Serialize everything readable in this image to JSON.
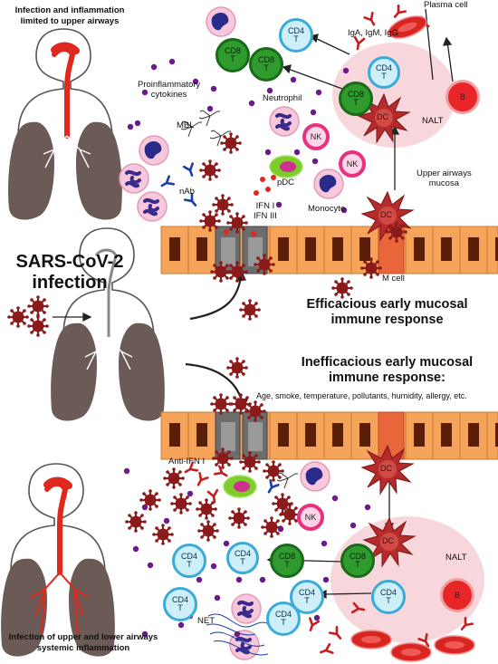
{
  "labels": {
    "top_title": "Infection and inflammation\nlimited to upper airways",
    "plasma_cell": "Plasma cell",
    "antibodies": "IgA, IgM, IgG",
    "proinflammatory": "Proinflammatory\ncytokines",
    "neutrophil": "Neutrophil",
    "mbl": "MBL",
    "nab": "nAb",
    "pdc": "pDC",
    "nk": "NK",
    "monocyte": "Monocyte",
    "ifn": "IFN I\nIFN III",
    "nalt": "NALT",
    "upper_mucosa": "Upper airways\nmucosa",
    "m_cell": "M cell",
    "dc": "DC",
    "b": "B",
    "cd4": "CD4",
    "cd8": "CD8",
    "t": "T",
    "sars": "SARS-CoV-2\ninfection",
    "efficacious": "Efficacious early mucosal\nimmune response",
    "inefficacious": "Inefficacious early mucosal\nimmune response:",
    "factors": "Age, smoke, temperature, pollutants, humidity, allergy, etc.",
    "anti_ifn": "Anti-IFN I",
    "net": "NET",
    "bottom_title": "Infection of upper and lower airways\nsystemic inflammation"
  },
  "colors": {
    "virus": "#8b1a1a",
    "epithelium": "#f6a45a",
    "nucleus": "#5a1e06",
    "nalt_bg": "#f8d7dc",
    "cd4": "#3aaad8",
    "cd8": "#2f9a2e",
    "dc": "#b52a2a",
    "nk": "#e8317f",
    "b_cell": "#e8262a",
    "lung": "#6b5a55",
    "airway": "#e0281e",
    "cytokine_dot": "#6a1b8a"
  }
}
